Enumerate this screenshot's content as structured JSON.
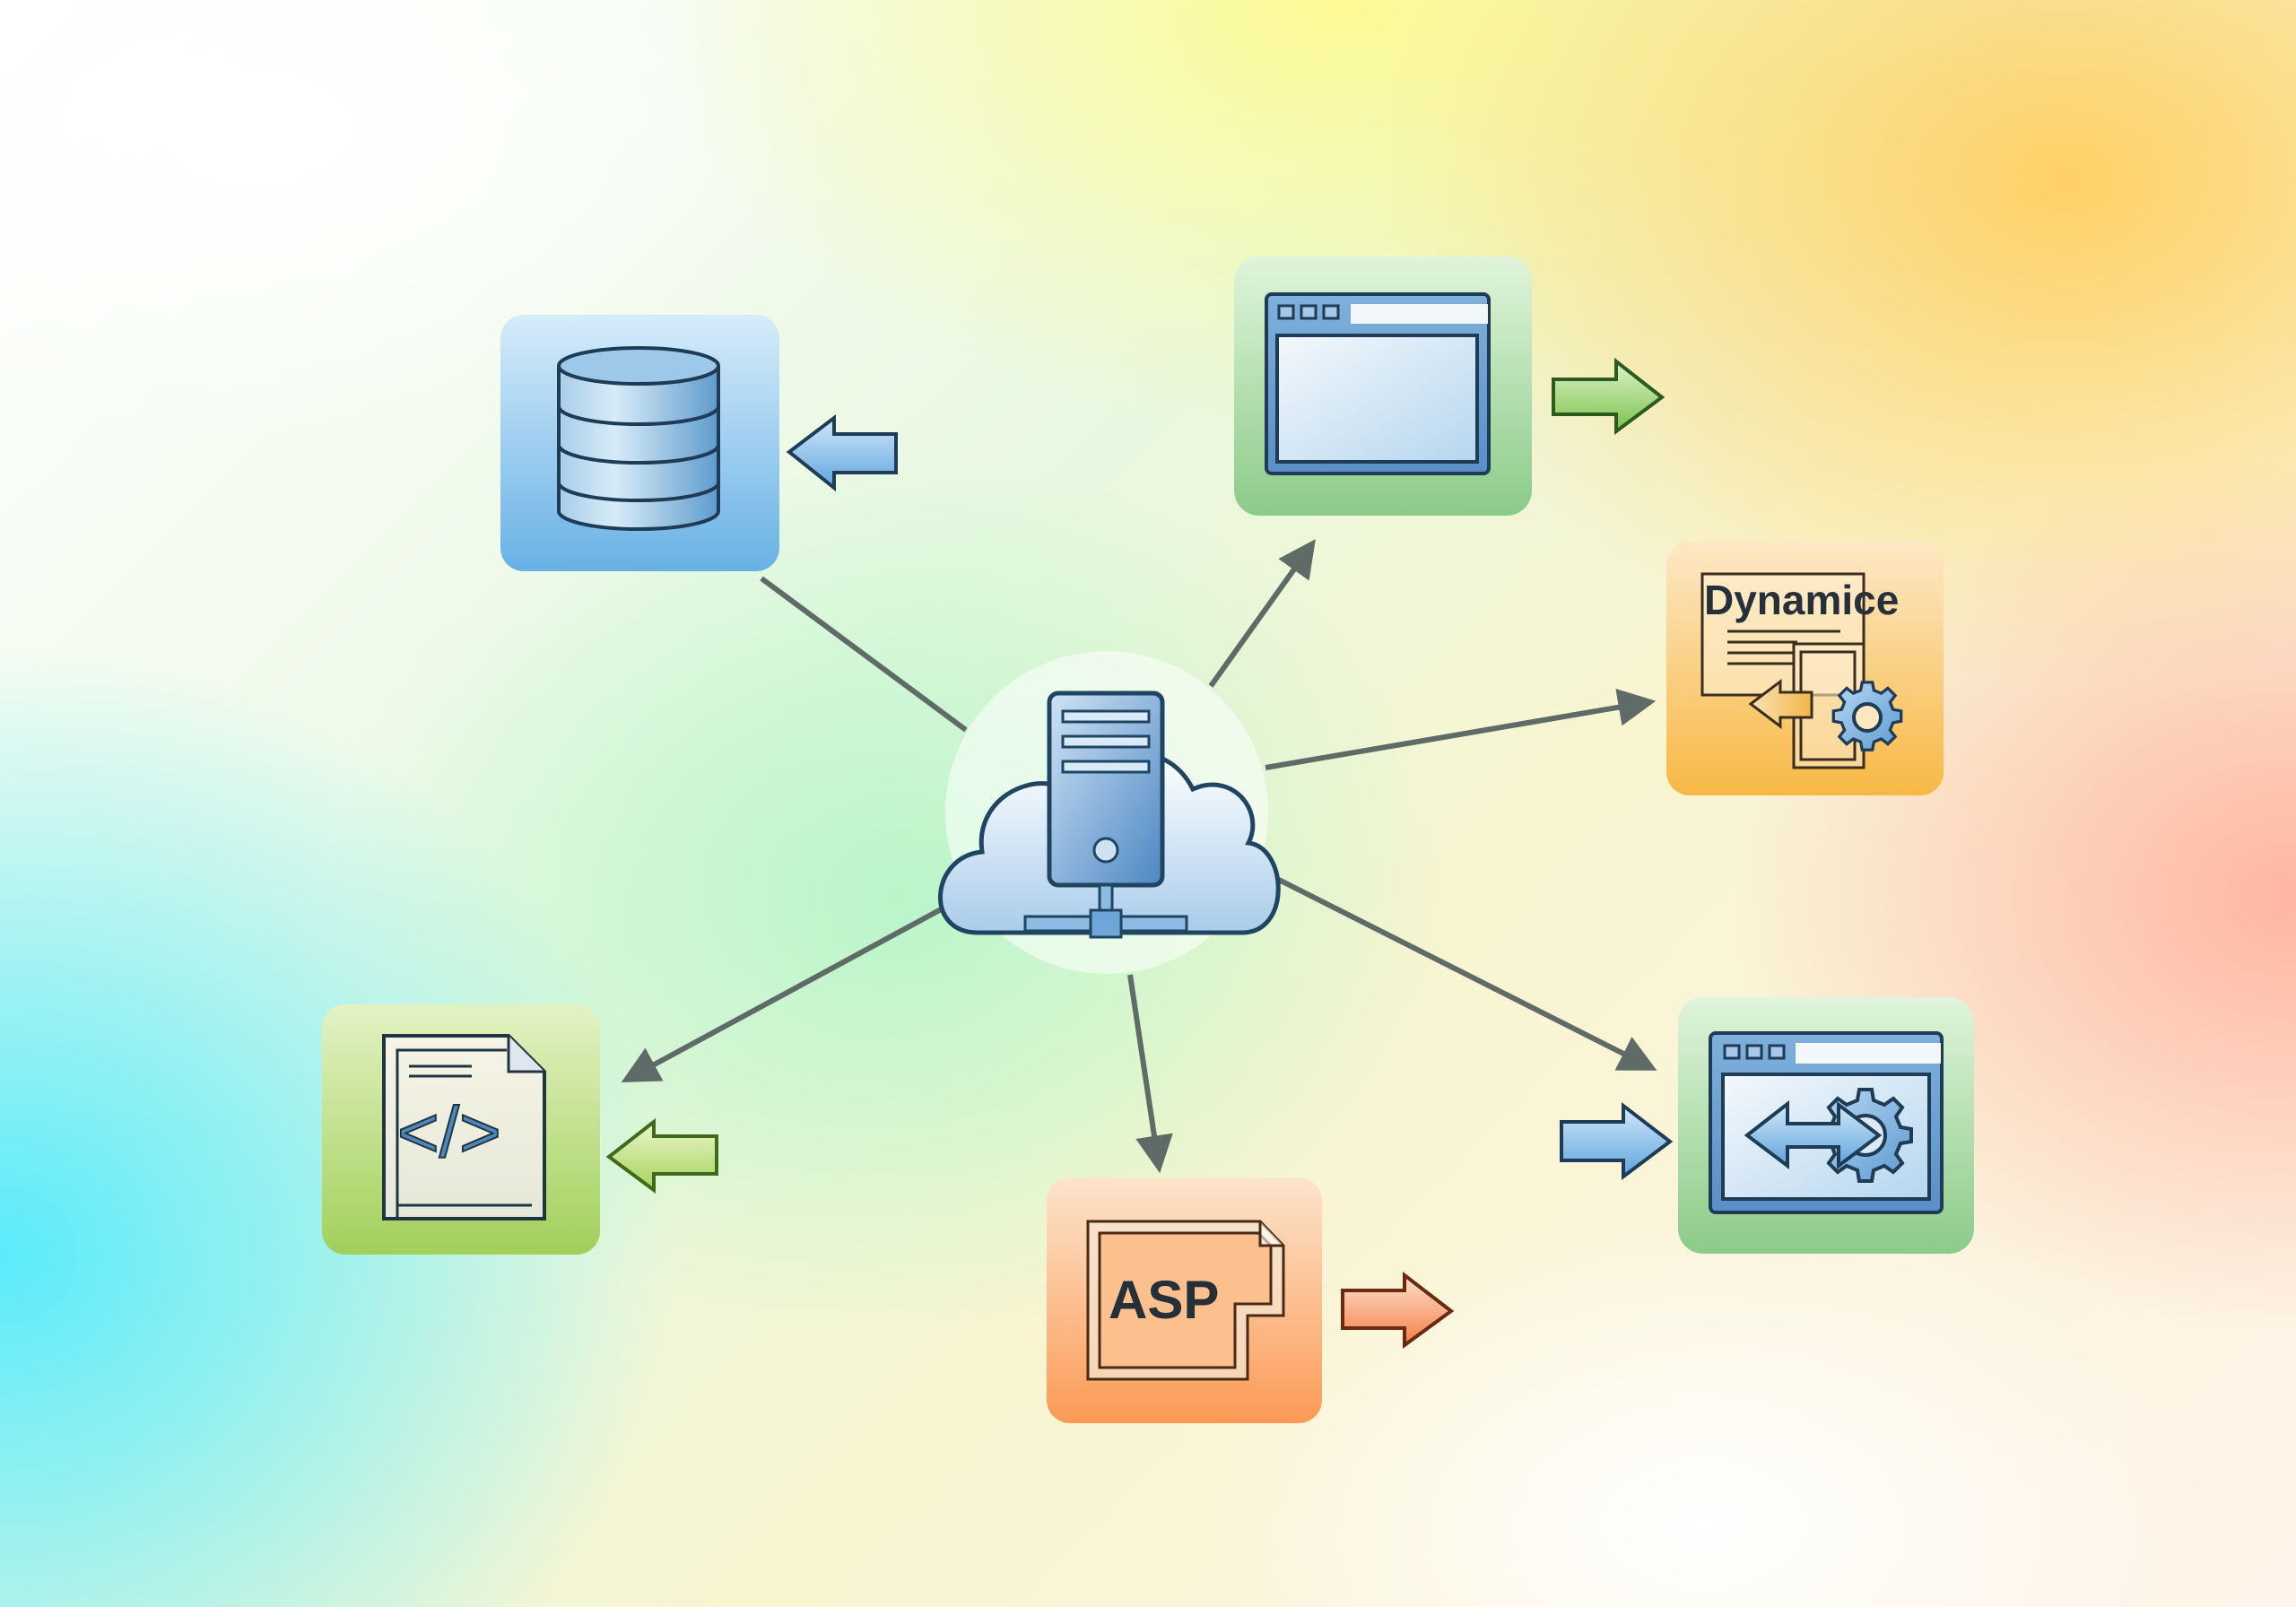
{
  "diagram": {
    "type": "hub-and-spoke network diagram",
    "hub": {
      "name": "cloud-server",
      "icon": "cloud-server-icon"
    },
    "nodes": [
      {
        "id": "database",
        "icon": "database-icon",
        "label": "",
        "color": "#6ab4e6",
        "flow": "in",
        "arrow_color": "#6aaee6"
      },
      {
        "id": "web-page",
        "icon": "browser-window-icon",
        "label": "",
        "color": "#8fce8a",
        "flow": "out",
        "arrow_color": "#8dcf5a"
      },
      {
        "id": "dynamic-content",
        "icon": "dynamic-document-gear-icon",
        "label": "Dynamice",
        "color": "#f9bb47"
      },
      {
        "id": "web-app",
        "icon": "browser-sync-gear-icon",
        "label": "",
        "color": "#8fce8a",
        "flow": "in",
        "arrow_color": "#6aaee6"
      },
      {
        "id": "asp-page",
        "icon": "asp-document-icon",
        "label": "ASP",
        "color": "#fb9d5a",
        "flow": "out",
        "arrow_color": "#f58a54"
      },
      {
        "id": "code-file",
        "icon": "code-file-icon",
        "label": "</>",
        "color": "#a6d25f",
        "flow": "in",
        "arrow_color": "#a6d25f"
      }
    ],
    "connector_color": "#5f6b66"
  }
}
